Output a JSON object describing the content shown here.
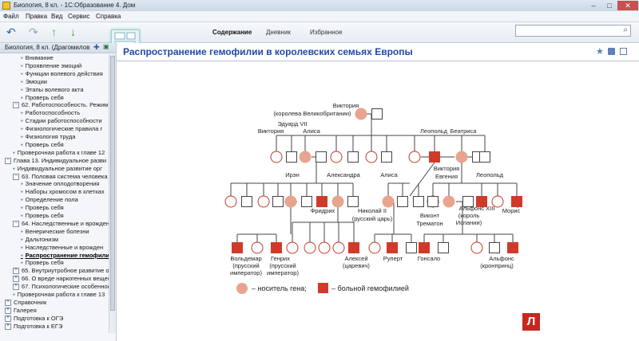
{
  "window": {
    "title": "Биология, 8 кл. - 1С:Образование 4. Дом",
    "controls": [
      "–",
      "□",
      "✕"
    ]
  },
  "menu": [
    "Файл",
    "Правка",
    "Вид",
    "Сервис",
    "Справка"
  ],
  "toolbar": {
    "tabs": [
      "Содержание",
      "Дневник",
      "Избранное"
    ],
    "active_tab": "Содержание",
    "search_placeholder": "",
    "icons": [
      "back-arrow-icon",
      "forward-arrow-icon",
      "up-arrow-icon",
      "down-arrow-icon"
    ]
  },
  "sidebar": {
    "header": "Биология, 8 кл. (Драгомилов",
    "items": [
      {
        "label": "Внимание",
        "level": 2,
        "type": "leaf"
      },
      {
        "label": "Проявление эмоций",
        "level": 2,
        "type": "leaf"
      },
      {
        "label": "Функции волевого действия",
        "level": 2,
        "type": "leaf"
      },
      {
        "label": "Эмоции",
        "level": 2,
        "type": "leaf"
      },
      {
        "label": "Этапы волевого акта",
        "level": 2,
        "type": "leaf"
      },
      {
        "label": "Проверь себя",
        "level": 2,
        "type": "leaf"
      },
      {
        "label": "62. Работоспособность. Режим",
        "level": 1,
        "type": "node"
      },
      {
        "label": "Работоспособность",
        "level": 2,
        "type": "leaf"
      },
      {
        "label": "Стадии работоспособности",
        "level": 2,
        "type": "leaf"
      },
      {
        "label": "Физиологические правила г",
        "level": 2,
        "type": "leaf"
      },
      {
        "label": "Физиология труда",
        "level": 2,
        "type": "leaf"
      },
      {
        "label": "Проверь себя",
        "level": 2,
        "type": "leaf"
      },
      {
        "label": "Проверочная работа к главе 12",
        "level": 1,
        "type": "leaf"
      },
      {
        "label": "Глава 13. Индивидуальное разви",
        "level": 0,
        "type": "node"
      },
      {
        "label": "Индивидуальное развитие орг",
        "level": 1,
        "type": "leaf"
      },
      {
        "label": "63. Половая система человека",
        "level": 1,
        "type": "node"
      },
      {
        "label": "Значение оплодотворения",
        "level": 2,
        "type": "leaf"
      },
      {
        "label": "Наборы хромосом в клетках",
        "level": 2,
        "type": "leaf"
      },
      {
        "label": "Определение пола",
        "level": 2,
        "type": "leaf"
      },
      {
        "label": "Проверь себя",
        "level": 2,
        "type": "leaf"
      },
      {
        "label": "Проверь себя",
        "level": 2,
        "type": "leaf"
      },
      {
        "label": "64. Наследственные и врожден",
        "level": 1,
        "type": "node"
      },
      {
        "label": "Венерические болезни",
        "level": 2,
        "type": "leaf"
      },
      {
        "label": "Дальтонизм",
        "level": 2,
        "type": "leaf"
      },
      {
        "label": "Наследственные и врожден",
        "level": 2,
        "type": "leaf"
      },
      {
        "label": "Распространение гемофили",
        "level": 2,
        "type": "leaf",
        "selected": true
      },
      {
        "label": "Проверь себя",
        "level": 2,
        "type": "leaf"
      },
      {
        "label": "65. Внутриутробное развитие о",
        "level": 1,
        "type": "collapsed"
      },
      {
        "label": "66. О вреде наркогенных вещес",
        "level": 1,
        "type": "collapsed"
      },
      {
        "label": "67. Психологические особеннос",
        "level": 1,
        "type": "collapsed"
      },
      {
        "label": "Проверочная работа к главе 13",
        "level": 1,
        "type": "leaf"
      },
      {
        "label": "Справочник",
        "level": 0,
        "type": "collapsed"
      },
      {
        "label": "Галерея",
        "level": 0,
        "type": "collapsed"
      },
      {
        "label": "Подготовка к ОГЭ",
        "level": 0,
        "type": "collapsed"
      },
      {
        "label": "Подготовка к ЕГЭ",
        "level": 0,
        "type": "collapsed"
      }
    ]
  },
  "content": {
    "title": "Распространение гемофилии в королевских семьях Европы",
    "labels": {
      "victoria": "Виктория",
      "victoria_sub": "(королева Великобритании)",
      "victoria2": "Виктория",
      "edward": "Эдуард VII",
      "alisa": "Алиса",
      "leopold": "Леопольд",
      "beatrisa": "Беатриса",
      "victoria_evgenia": "Виктория",
      "evgenia": "Евгения",
      "iren": "Ирэн",
      "alexandra": "Александра",
      "alisa2": "Алиса",
      "leopold2": "Леопольд",
      "fridrih": "Фридрих",
      "nikolay": "Николай II",
      "nikolay_sub": "(русский царь)",
      "vikont": "Виконт",
      "trematon": "Трематон",
      "alfons": "Альфонс XIII",
      "alfons_sub1": "(король",
      "alfons_sub2": "Испании)",
      "moris": "Морис",
      "voldemar": "Вольдемар",
      "voldemar_sub1": "(прусский",
      "voldemar_sub2": "император)",
      "genrih": "Генрих",
      "genrih_sub1": "(прусский",
      "genrih_sub2": "император)",
      "aleksey": "Алексей",
      "aleksey_sub": "(царевич)",
      "rupert": "Руперт",
      "gonzalo": "Гонсало",
      "alfons2": "Альфонс",
      "alfons2_sub": "(кронпринц)"
    },
    "legend": {
      "carrier": "– носитель гена;",
      "hemophilia": "– больной гемофилией"
    },
    "colors": {
      "carrier": "#e8a48f",
      "hemophilia": "#d03a2b",
      "line": "#444444",
      "title": "#1f4aa7"
    }
  },
  "logo": {
    "text": "Л"
  }
}
